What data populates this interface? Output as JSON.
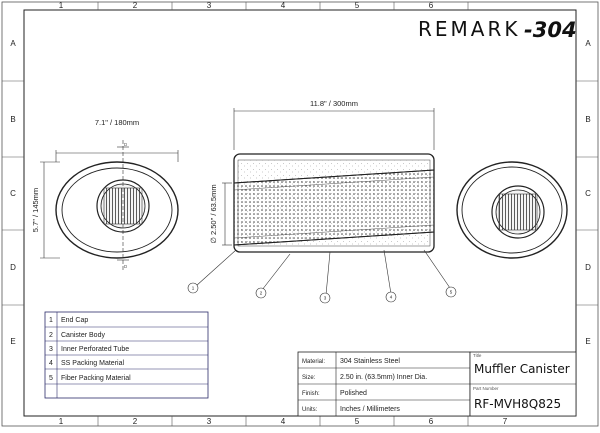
{
  "brand": {
    "text": "REMARK",
    "suffix": "-304"
  },
  "zones": {
    "columns": [
      "1",
      "2",
      "3",
      "4",
      "5",
      "6",
      "7"
    ],
    "rows": [
      "A",
      "B",
      "C",
      "D",
      "E"
    ]
  },
  "dimensions": {
    "end_width": "7.1\" / 180mm",
    "end_height": "5.7\" / 145mm",
    "end_marker_top": "D",
    "end_marker_bottom": "D",
    "body_length": "11.8\" / 300mm",
    "inlet_diameter": "∅ 2.50\" / 63.5mm"
  },
  "callouts": [
    "1",
    "2",
    "3",
    "4",
    "5"
  ],
  "parts": [
    {
      "num": "1",
      "name": "End Cap"
    },
    {
      "num": "2",
      "name": "Canister Body"
    },
    {
      "num": "3",
      "name": "Inner Perforated Tube"
    },
    {
      "num": "4",
      "name": "SS Packing Material"
    },
    {
      "num": "5",
      "name": "Fiber Packing Material"
    }
  ],
  "spec": {
    "material_label": "Material:",
    "material_value": "304 Stainless Steel",
    "size_label": "Size:",
    "size_value": "2.50 in. (63.5mm) Inner Dia.",
    "finish_label": "Finish:",
    "finish_value": "Polished",
    "units_label": "Units:",
    "units_value": "Inches / Millimeters"
  },
  "title_block": {
    "title_label": "Title",
    "title_value": "Muffler Canister",
    "part_label": "Part Number",
    "part_value": "RF-MVH8Q825"
  }
}
